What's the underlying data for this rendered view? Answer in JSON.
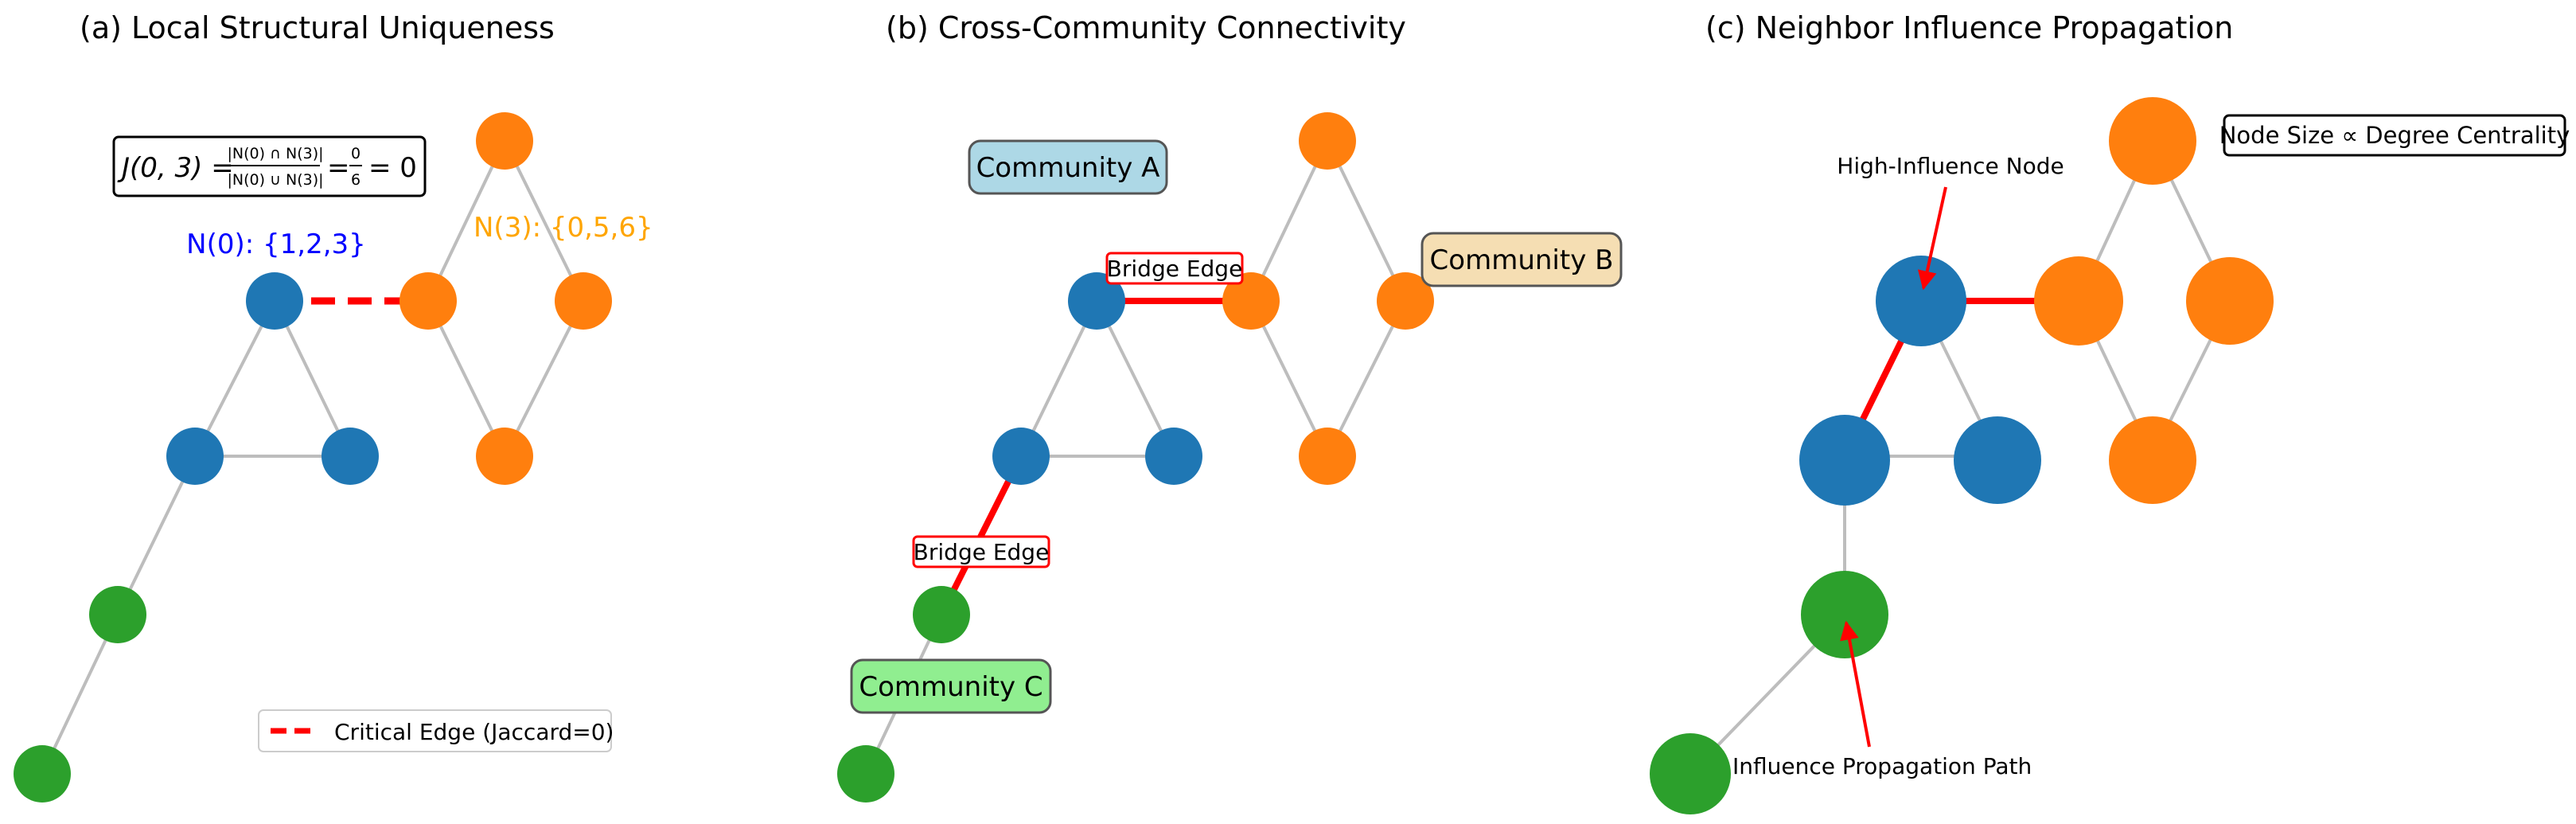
{
  "panels": {
    "a": {
      "title": "(a) Local Structural Uniqueness",
      "formula": {
        "lhs": "J(0, 3) =",
        "numerator": "|N(0) ∩ N(3)|",
        "denominator": "|N(0) ∪ N(3)|",
        "equals1": "=",
        "frac_num": "0",
        "frac_den": "6",
        "result": "= 0"
      },
      "n0_label": "N(0): {1,2,3}",
      "n3_label": "N(3): {0,5,6}",
      "legend_label": "Critical Edge (Jaccard=0)"
    },
    "b": {
      "title": "(b) Cross-Community Connectivity",
      "community_a": "Community A",
      "community_b": "Community B",
      "community_c": "Community C",
      "bridge_top": "Bridge Edge",
      "bridge_bottom": "Bridge Edge"
    },
    "c": {
      "title": "(c) Neighbor Influence Propagation",
      "size_note": "Node Size ∝ Degree Centrality",
      "high_influence": "High-Influence Node",
      "propagation_path": "Influence Propagation Path"
    }
  },
  "colors": {
    "blue": "#1f77b4",
    "orange": "#ff7f0e",
    "green": "#2ca02c",
    "critical_edge": "#ff0000",
    "edge": "#bdbdbd",
    "community_a_fill": "#add8e6",
    "community_b_fill": "#f5deb3",
    "community_c_fill": "#90ee90"
  }
}
